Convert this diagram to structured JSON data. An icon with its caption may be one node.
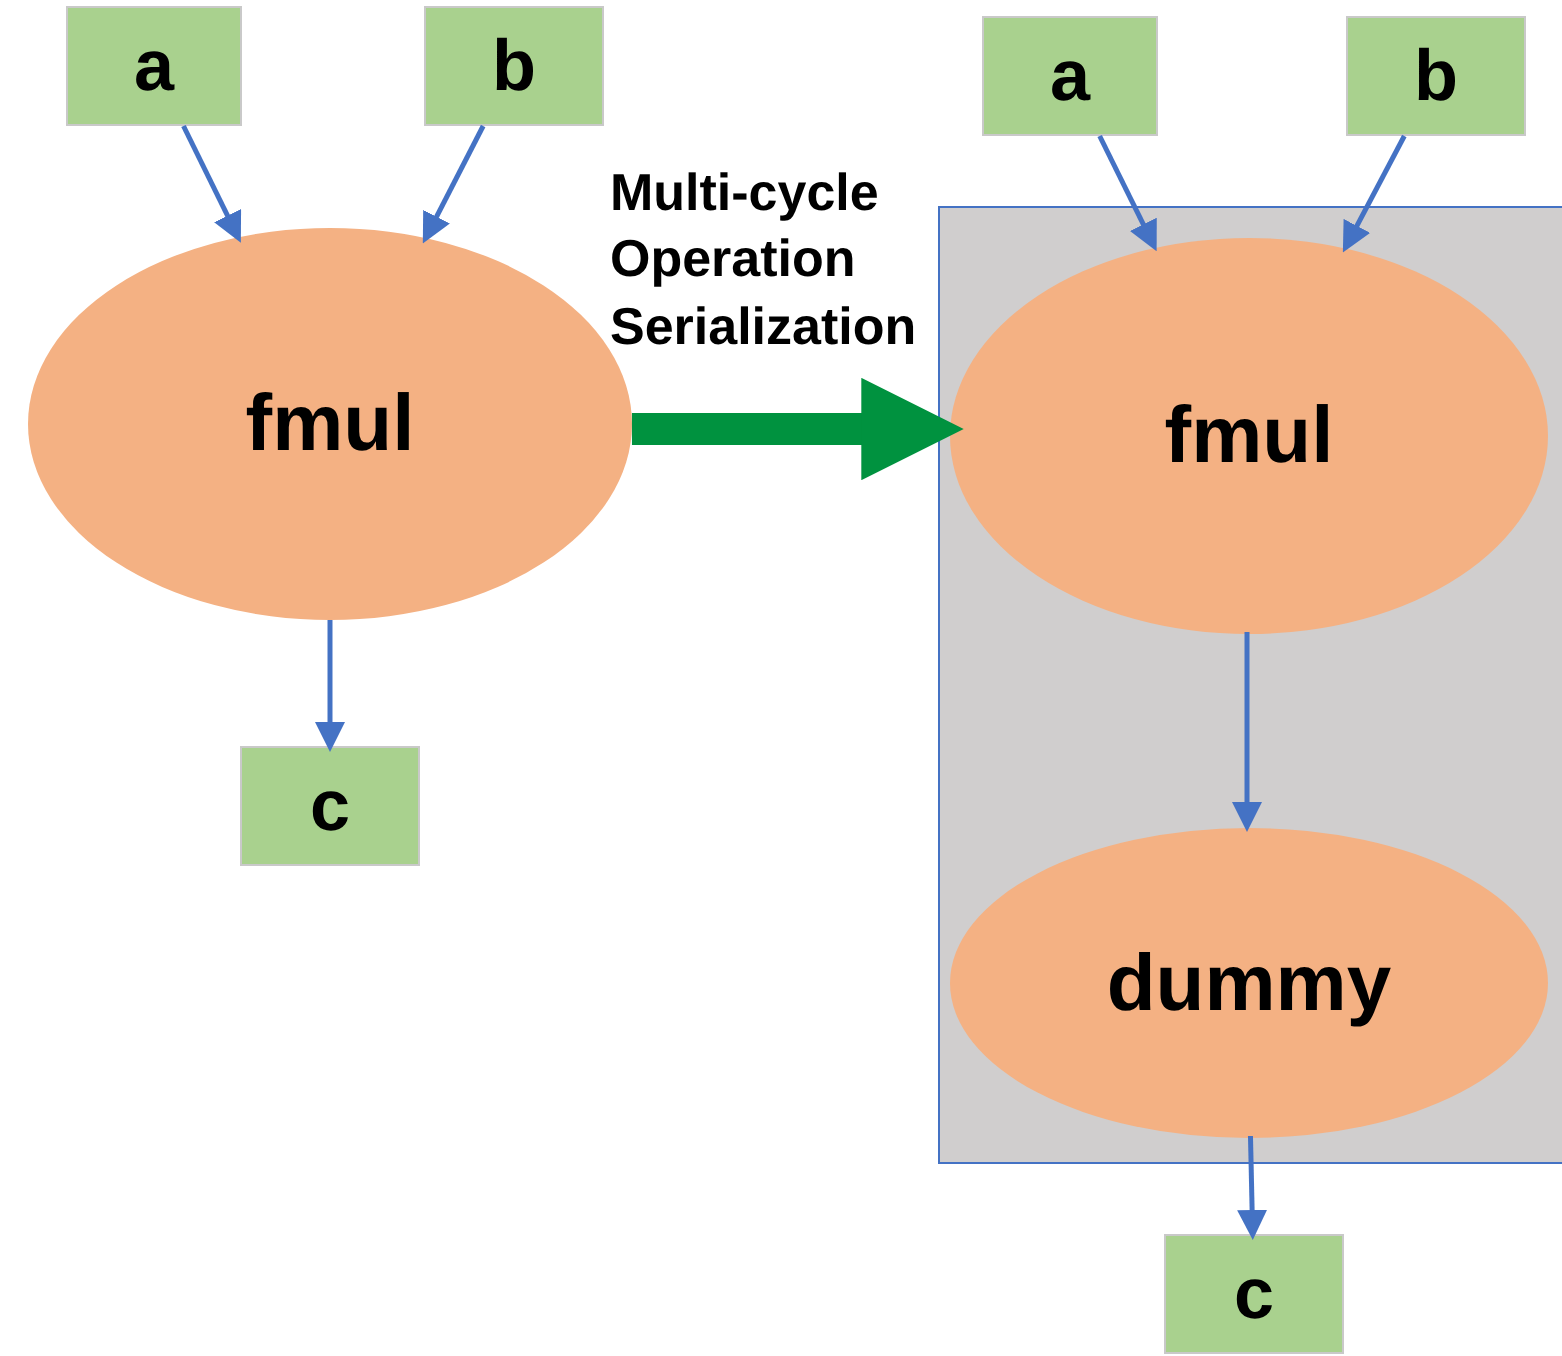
{
  "diagram": {
    "nodes": [
      {
        "text": [
          "a"
        ]
      },
      {
        "text": [
          "b"
        ]
      },
      {
        "text": [
          "fmul"
        ]
      },
      {
        "text": [
          "c"
        ]
      },
      {
        "text": [],
        "shape": "box"
      },
      {
        "text": [
          "a"
        ]
      },
      {
        "text": [
          "b"
        ]
      },
      {
        "text": [
          "fmul"
        ],
        "in": 4
      },
      {
        "text": [
          "dummy"
        ],
        "in": 4
      },
      {
        "text": [
          "c"
        ]
      }
    ],
    "edges": [
      {
        "from": 0,
        "to": 2,
        "arrow": "to"
      },
      {
        "from": 1,
        "to": 2,
        "arrow": "to"
      },
      {
        "from": 2,
        "to": 3,
        "arrow": "to"
      },
      {
        "from": 2,
        "to": 7,
        "arrow": "to",
        "label": "Multi-cycle Operation Serialization",
        "style": "thick",
        "color": "#00923f"
      },
      {
        "from": 5,
        "to": 7,
        "arrow": "to"
      },
      {
        "from": 6,
        "to": 7,
        "arrow": "to"
      },
      {
        "from": 7,
        "to": 8,
        "arrow": "to"
      },
      {
        "from": 8,
        "to": 9,
        "arrow": "to"
      }
    ]
  }
}
